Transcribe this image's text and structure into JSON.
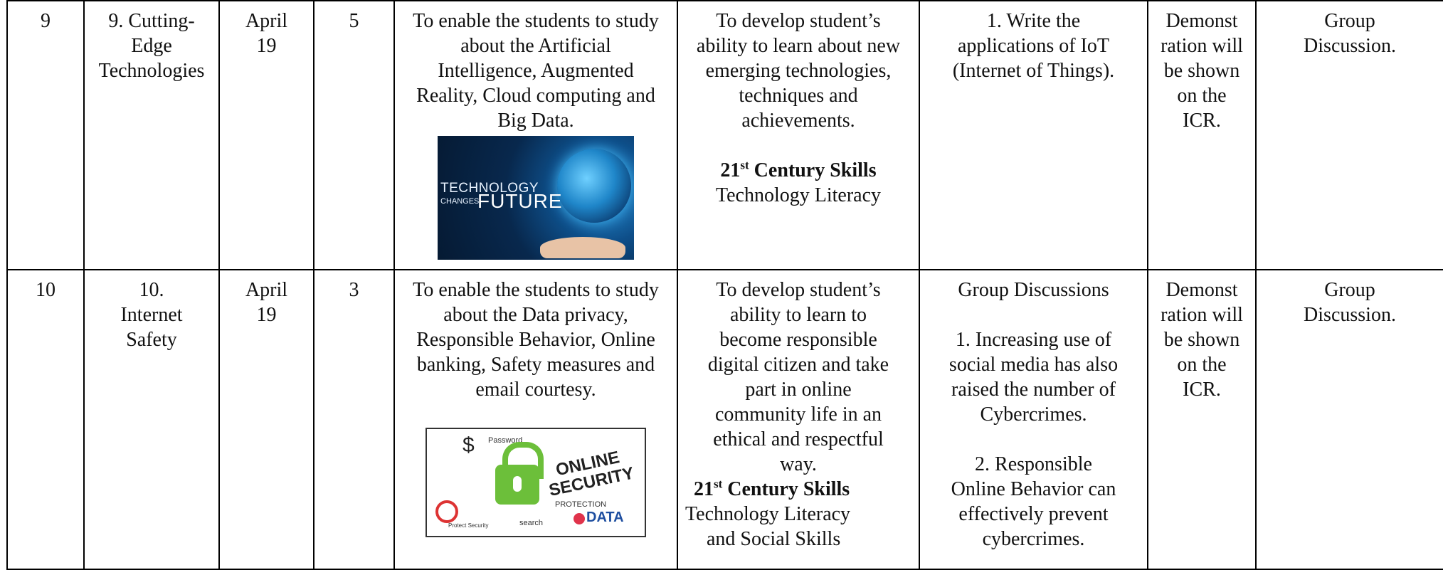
{
  "rows": [
    {
      "no": "9",
      "topic": [
        "9. Cutting-",
        "Edge",
        "Technologies"
      ],
      "month": [
        "April",
        "19"
      ],
      "periods": "5",
      "objective": [
        "To enable the students to study",
        "about the Artificial",
        "Intelligence, Augmented",
        "Reality, Cloud computing and",
        "Big Data."
      ],
      "image": {
        "line1": "TECHNOLOGY",
        "line2": "CHANGES",
        "line3": "FUTURE"
      },
      "outcome": [
        "To develop student’s",
        "ability to learn about new",
        "emerging technologies,",
        "techniques and",
        "achievements."
      ],
      "skills_heading": "21",
      "skills_sup": "st",
      "skills_rest": " Century Skills",
      "skills_list": [
        "Technology Literacy"
      ],
      "assessment": [
        "1. Write the",
        "applications of IoT",
        "(Internet of Things)."
      ],
      "activity": [
        "Demonst",
        "ration will",
        "be shown",
        "on the",
        "ICR."
      ],
      "method": [
        "Group",
        "Discussion."
      ]
    },
    {
      "no": "10",
      "topic": [
        "10.",
        "Internet",
        "Safety"
      ],
      "month": [
        "April",
        "19"
      ],
      "periods": "3",
      "objective": [
        "To enable the students to study",
        "about the Data privacy,",
        "Responsible Behavior, Online",
        "banking, Safety measures and",
        "email courtesy."
      ],
      "image": {
        "dollar": "$",
        "password": "Password",
        "online": "ONLINE",
        "security": "SECURITY",
        "protection": "PROTECTION",
        "data": "DATA",
        "search": "search",
        "protect": "Protect Security"
      },
      "outcome": [
        "To develop student’s",
        "ability to learn to",
        "become responsible",
        "digital citizen and take",
        "part in online",
        "community life in an",
        "ethical and respectful",
        "way."
      ],
      "skills_heading": "21",
      "skills_sup": "st",
      "skills_rest": " Century Skills",
      "skills_list": [
        "Technology Literacy",
        "and Social Skills"
      ],
      "assessment_title": "Group Discussions",
      "assessment": [
        "1.  Increasing use of",
        "social media has also",
        "raised the number of",
        "Cybercrimes."
      ],
      "assessment2": [
        "2.  Responsible",
        "Online Behavior can",
        "effectively prevent",
        "cybercrimes."
      ],
      "activity": [
        "Demonst",
        "ration will",
        "be shown",
        "on the",
        "ICR."
      ],
      "method": [
        "Group",
        "Discussion."
      ]
    }
  ]
}
